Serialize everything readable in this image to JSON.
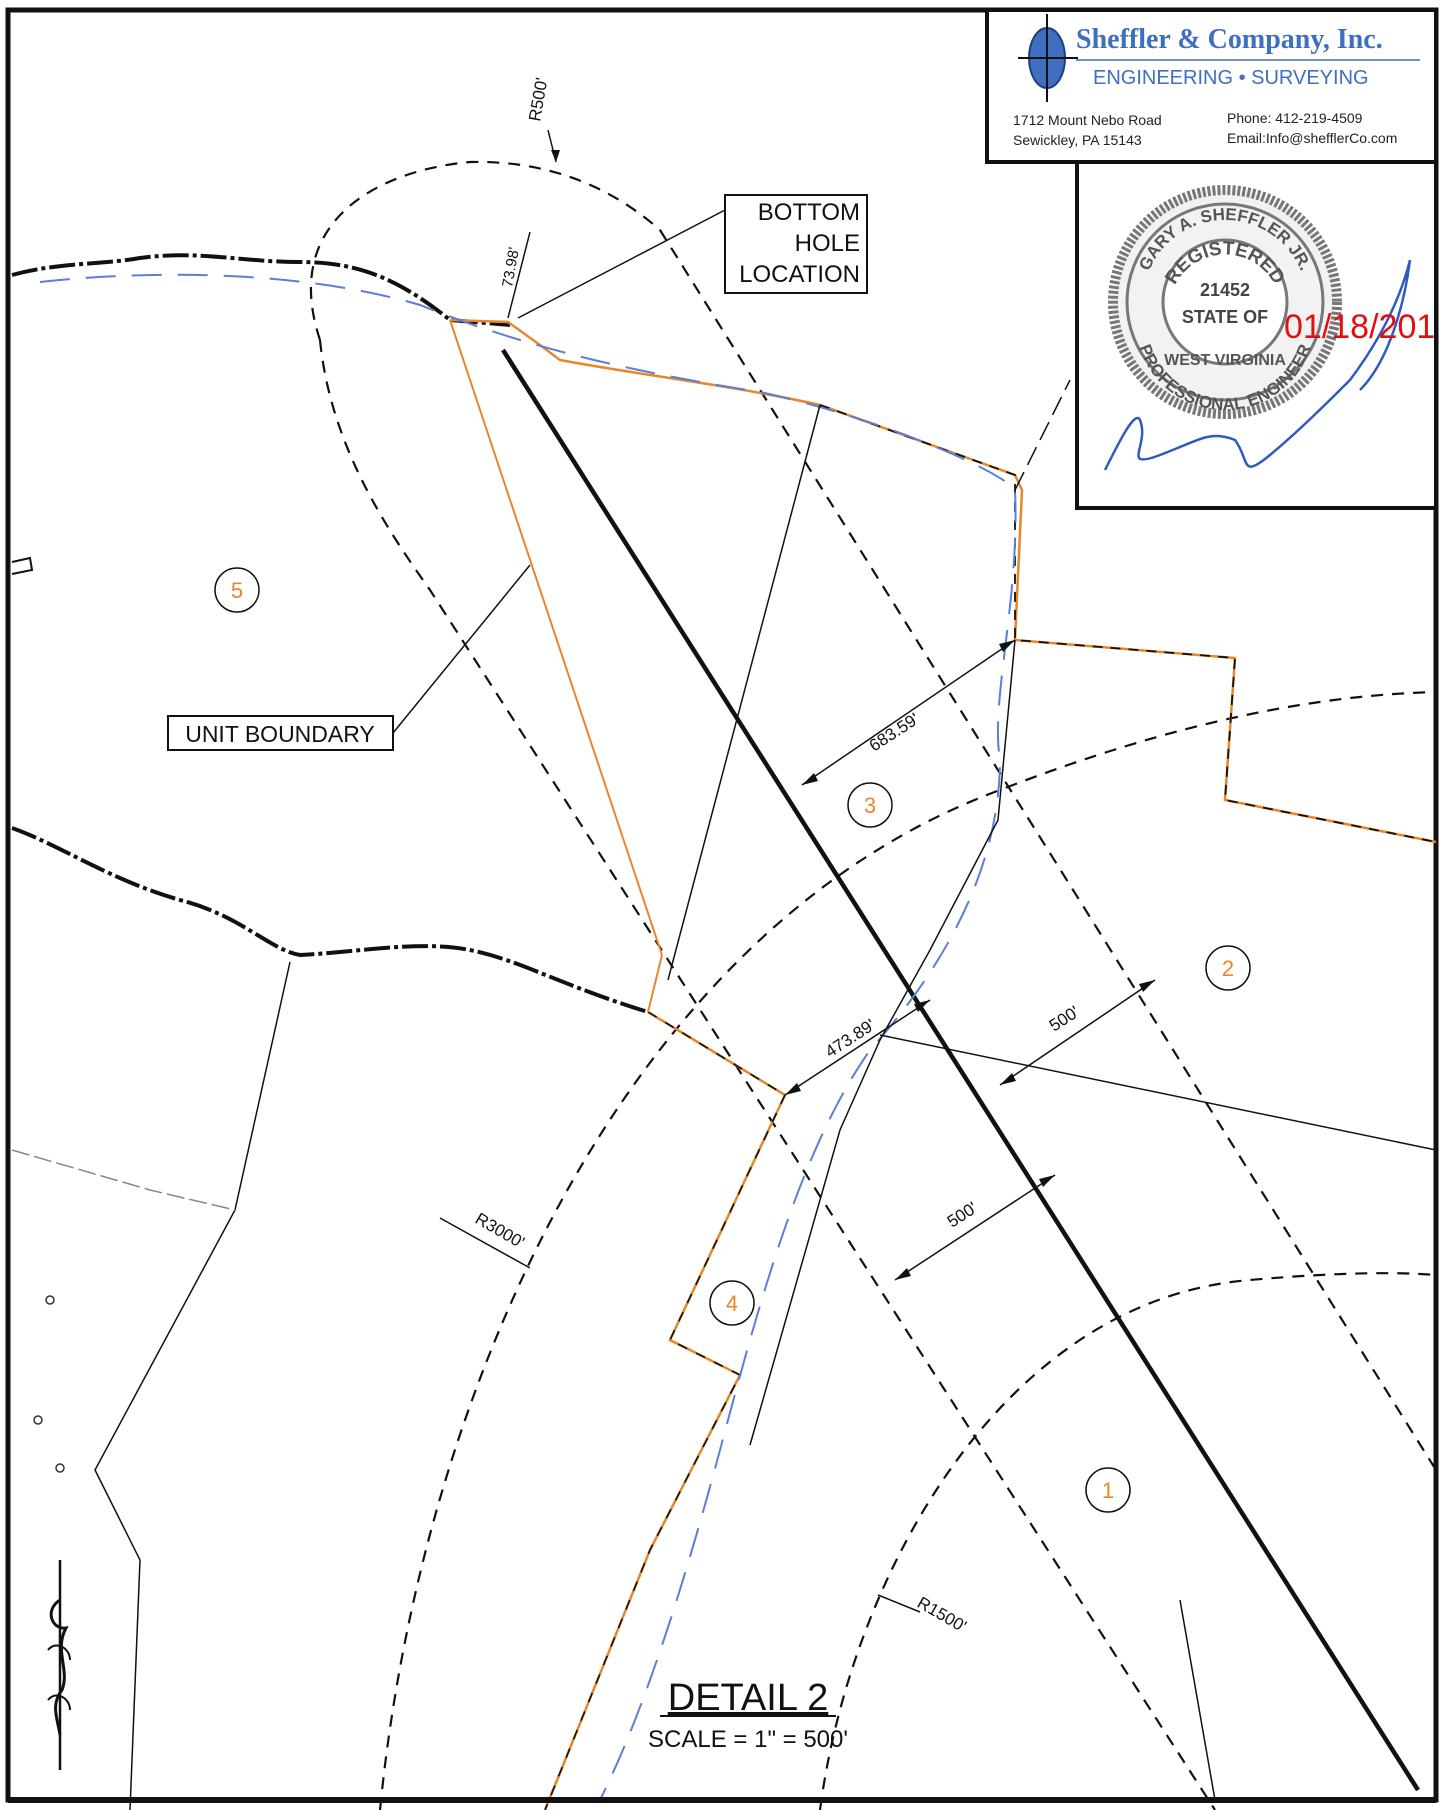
{
  "company": {
    "name": "Sheffler & Company, Inc.",
    "tagline": "ENGINEERING • SURVEYING",
    "address_line1": "1712 Mount Nebo Road",
    "address_line2": "Sewickley, PA 15143",
    "phone": "Phone: 412-219-4509",
    "email": "Email:Info@shefflerCo.com"
  },
  "seal": {
    "outer_text": "GARY A. SHEFFLER JR.",
    "registered": "REGISTERED",
    "number": "21452",
    "state": "STATE OF",
    "west_virginia": "WEST VIRGINIA",
    "profession": "PROFESSIONAL ENGINEER",
    "date_stamp": "01/18/201",
    "date_color": "#e01010"
  },
  "callouts": {
    "bottom_hole": [
      "BOTTOM",
      "HOLE",
      "LOCATION"
    ],
    "unit_boundary": "UNIT BOUNDARY"
  },
  "dimensions": {
    "r500": "R500'",
    "d7398": "73.98'",
    "d68359": "683.59'",
    "d47389": "473.89'",
    "d500a": "500'",
    "d500b": "500'",
    "r3000": "R3000'",
    "r1500": "R1500'"
  },
  "tracts": [
    "5",
    "3",
    "2",
    "4",
    "1"
  ],
  "title": {
    "detail": "DETAIL 2",
    "scale": "SCALE = 1\" = 500'"
  },
  "colors": {
    "boundary_orange": "#e8862a",
    "stream_blue": "#5a7fd6",
    "line_black": "#111111"
  }
}
